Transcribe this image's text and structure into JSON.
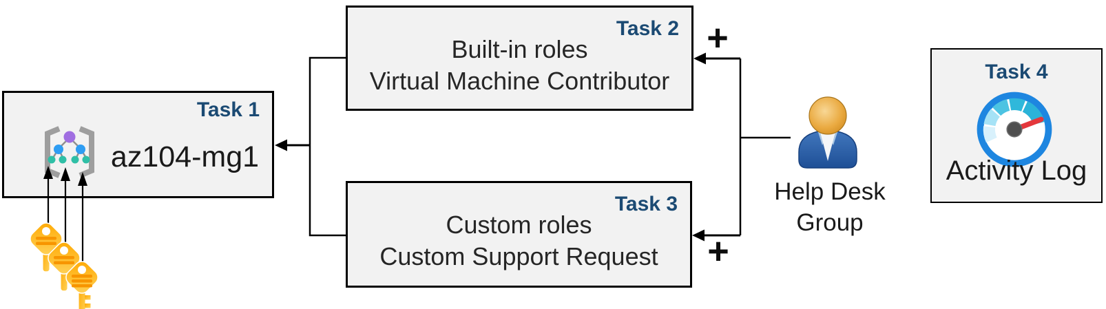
{
  "task1": {
    "label": "Task 1",
    "name": "az104-mg1"
  },
  "task2": {
    "label": "Task 2",
    "lines": [
      "Built-in roles",
      "Virtual Machine Contributor"
    ]
  },
  "task3": {
    "label": "Task 3",
    "lines": [
      "Custom roles",
      "Custom Support Request"
    ]
  },
  "task4": {
    "label": "Task 4",
    "caption": "Activity Log"
  },
  "help_desk_group": {
    "lines": [
      "Help Desk",
      "Group"
    ]
  },
  "plus_top": "+",
  "plus_bottom": "+",
  "icons": {
    "management_group": "management-group-icon",
    "keys": "keys-icon",
    "person": "help-desk-group-icon",
    "gauge": "activity-log-gauge-icon"
  },
  "colors": {
    "task_label_blue": "#1b4a73",
    "box_fill": "#f2f2f2",
    "box_border": "#000000",
    "body_text": "#262626",
    "key_gold_light": "#ffd35c",
    "key_gold_dark": "#ffa800",
    "key_stripe_orange": "#f79500",
    "gauge_ring_blue": "#1e86e0",
    "gauge_needle_red": "#e4373c",
    "gauge_segment_light": "#d8f1fc",
    "gauge_segment_dark": "#2fb8db",
    "person_body_blue": "#2f66ad",
    "person_head_orange": "#e9a93f",
    "mg_purple": "#a06ee1",
    "mg_node_blue": "#2e9df3",
    "mg_node_teal": "#2fbfa6",
    "bracket_gray": "#9e9e9e"
  }
}
